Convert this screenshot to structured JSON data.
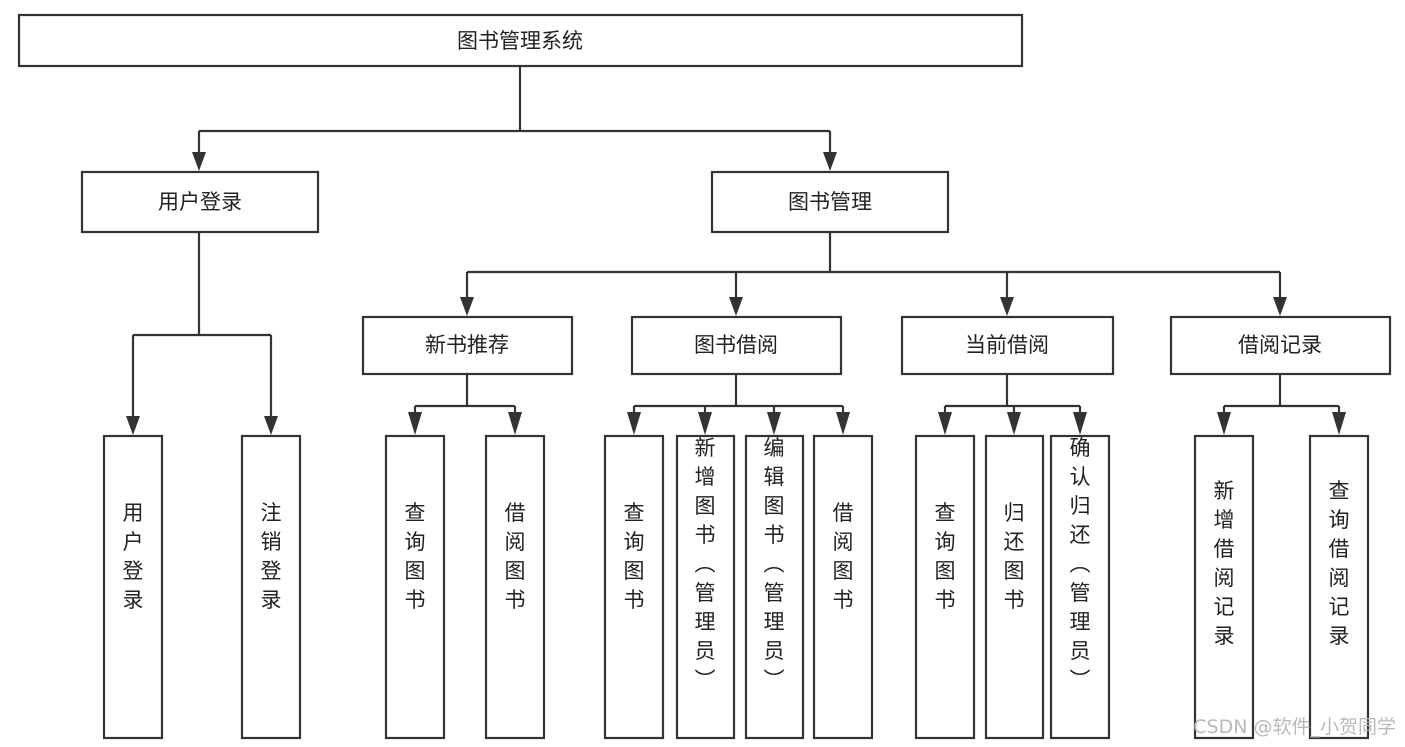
{
  "diagram": {
    "title": "图书管理系统",
    "type": "tree",
    "orientation": "top-down",
    "colors": {
      "box_fill": "#ffffff",
      "box_stroke": "#333333",
      "text": "#222222",
      "background": "#ffffff",
      "watermark": "#b9b9b9"
    },
    "root": {
      "label": "图书管理系统"
    },
    "level2": [
      {
        "label": "用户登录"
      },
      {
        "label": "图书管理"
      }
    ],
    "level3": [
      {
        "label": "新书推荐"
      },
      {
        "label": "图书借阅"
      },
      {
        "label": "当前借阅"
      },
      {
        "label": "借阅记录"
      }
    ],
    "leaves": {
      "user_login": [
        {
          "label": "用户登录"
        },
        {
          "label": "注销登录"
        }
      ],
      "new_book_recommend": [
        {
          "label": "查询图书"
        },
        {
          "label": "借阅图书"
        }
      ],
      "book_borrow": [
        {
          "label": "查询图书"
        },
        {
          "label": "新增图书（管理员）"
        },
        {
          "label": "编辑图书（管理员）"
        },
        {
          "label": "借阅图书"
        }
      ],
      "current_borrow": [
        {
          "label": "查询图书"
        },
        {
          "label": "归还图书"
        },
        {
          "label": "确认归还（管理员）"
        }
      ],
      "borrow_record": [
        {
          "label": "新增借阅记录"
        },
        {
          "label": "查询借阅记录"
        }
      ]
    }
  },
  "watermark": {
    "text": "CSDN @软件_小贺同学"
  }
}
